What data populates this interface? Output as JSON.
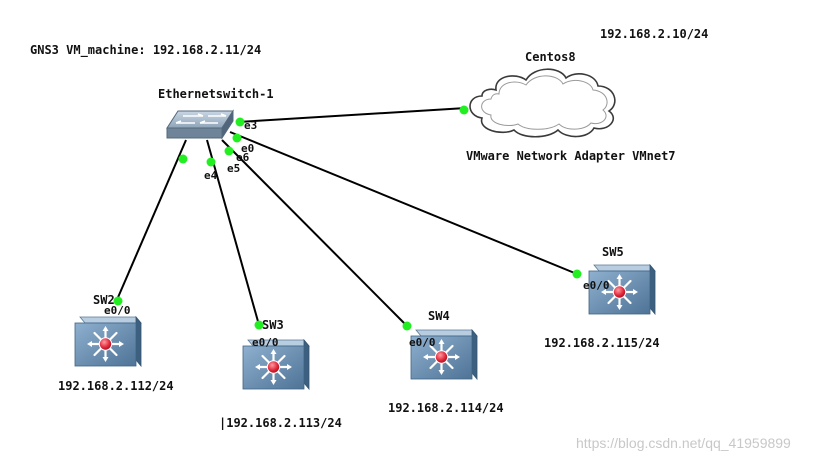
{
  "header_note": "GNS3 VM_machine: 192.168.2.11/24",
  "cloud": {
    "name": "Centos8",
    "ip": "192.168.2.10/24",
    "adapter": "VMware Network Adapter VMnet7",
    "icon": "cloud-icon"
  },
  "ethernet_switch": {
    "name": "Ethernetswitch-1",
    "icon": "ethernet-switch-icon",
    "ports": {
      "e3": "e3",
      "e0": "e0",
      "e6": "e6",
      "e5": "e5",
      "e4": "e4"
    }
  },
  "switches": [
    {
      "name": "SW2",
      "port": "e0/0",
      "ip": "192.168.2.112/24",
      "icon": "multilayer-switch-icon"
    },
    {
      "name": "SW3",
      "port": "e0/0",
      "ip": "|192.168.2.113/24",
      "icon": "multilayer-switch-icon"
    },
    {
      "name": "SW4",
      "port": "e0/0",
      "ip": "192.168.2.114/24",
      "icon": "multilayer-switch-icon"
    },
    {
      "name": "SW5",
      "port": "e0/0",
      "ip": "192.168.2.115/24",
      "icon": "multilayer-switch-icon"
    }
  ],
  "link_status_color": "#22ee22",
  "watermark": "https://blog.csdn.net/qq_41959899"
}
